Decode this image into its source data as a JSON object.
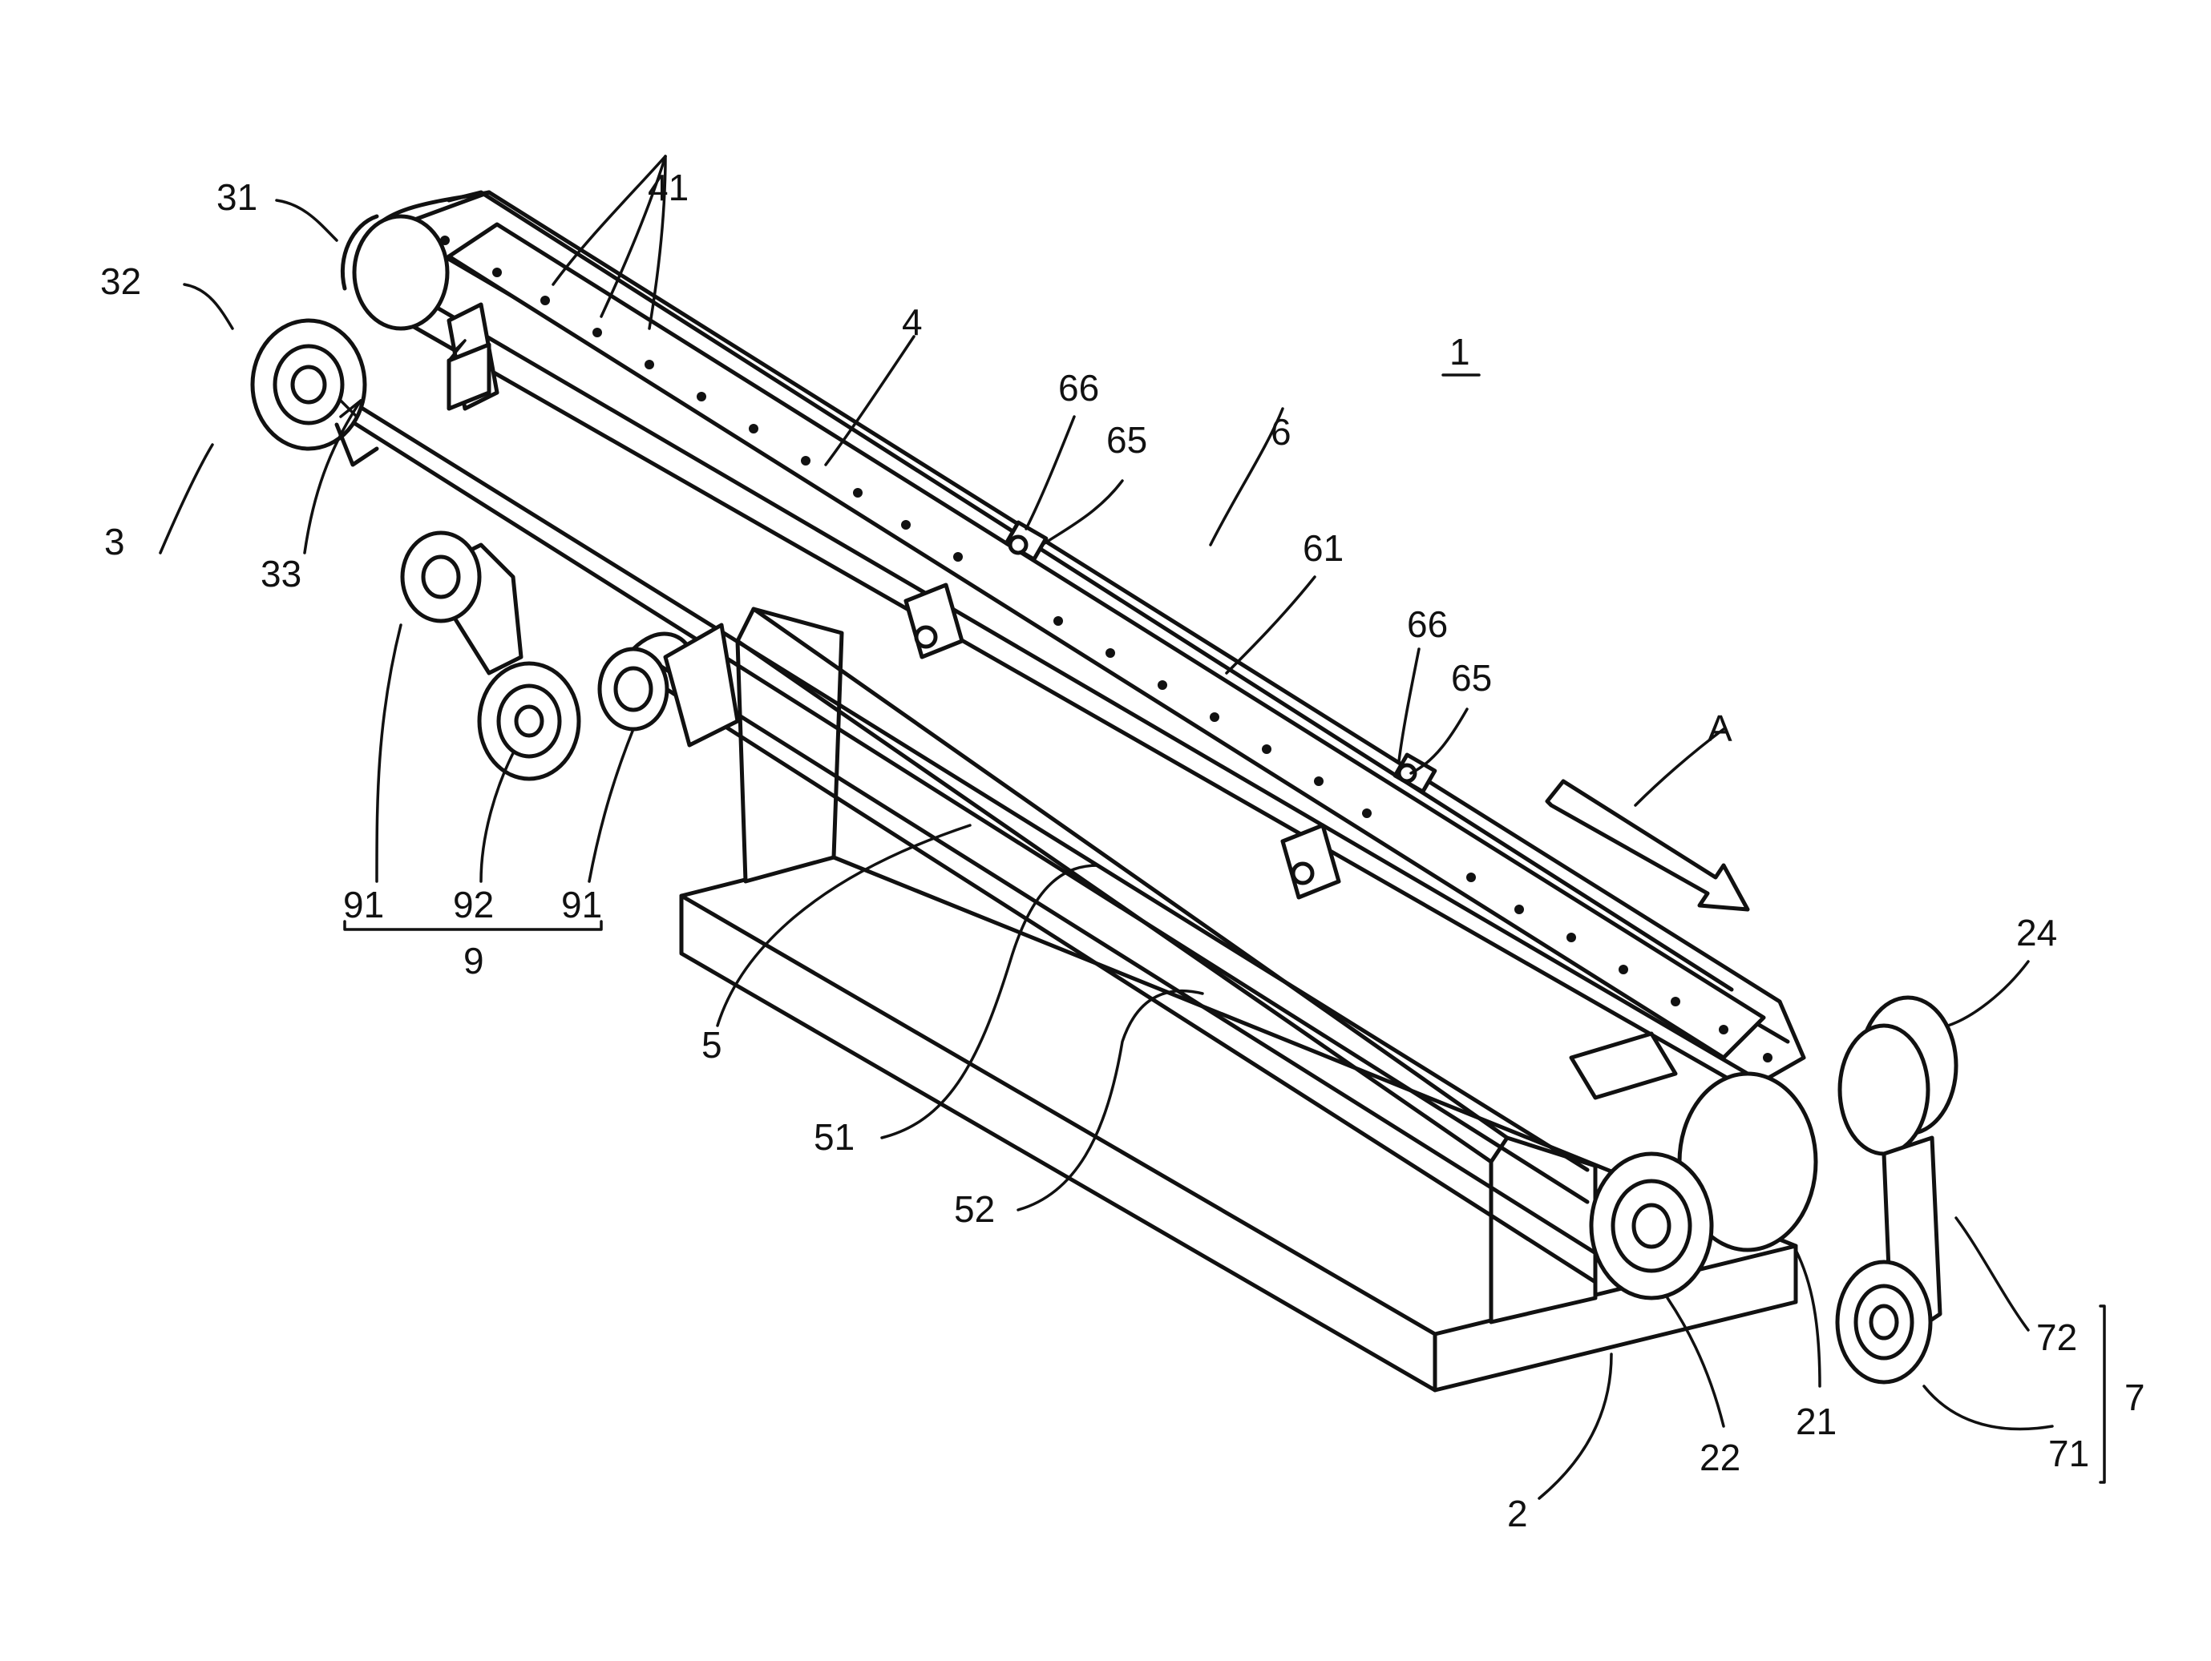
{
  "figure_number": "1",
  "labels": {
    "l31": "31",
    "l32": "32",
    "l41": "41",
    "l4": "4",
    "l66a": "66",
    "l65a": "65",
    "l6": "6",
    "l61": "61",
    "l66b": "66",
    "l65b": "65",
    "lA": "A",
    "l24": "24",
    "l3": "3",
    "l33": "33",
    "l91a": "91",
    "l92": "92",
    "l91b": "91",
    "l9": "9",
    "l5": "5",
    "l51": "51",
    "l52": "52",
    "l72": "72",
    "l7": "7",
    "l71": "71",
    "l21": "21",
    "l22": "22",
    "l2": "2"
  }
}
